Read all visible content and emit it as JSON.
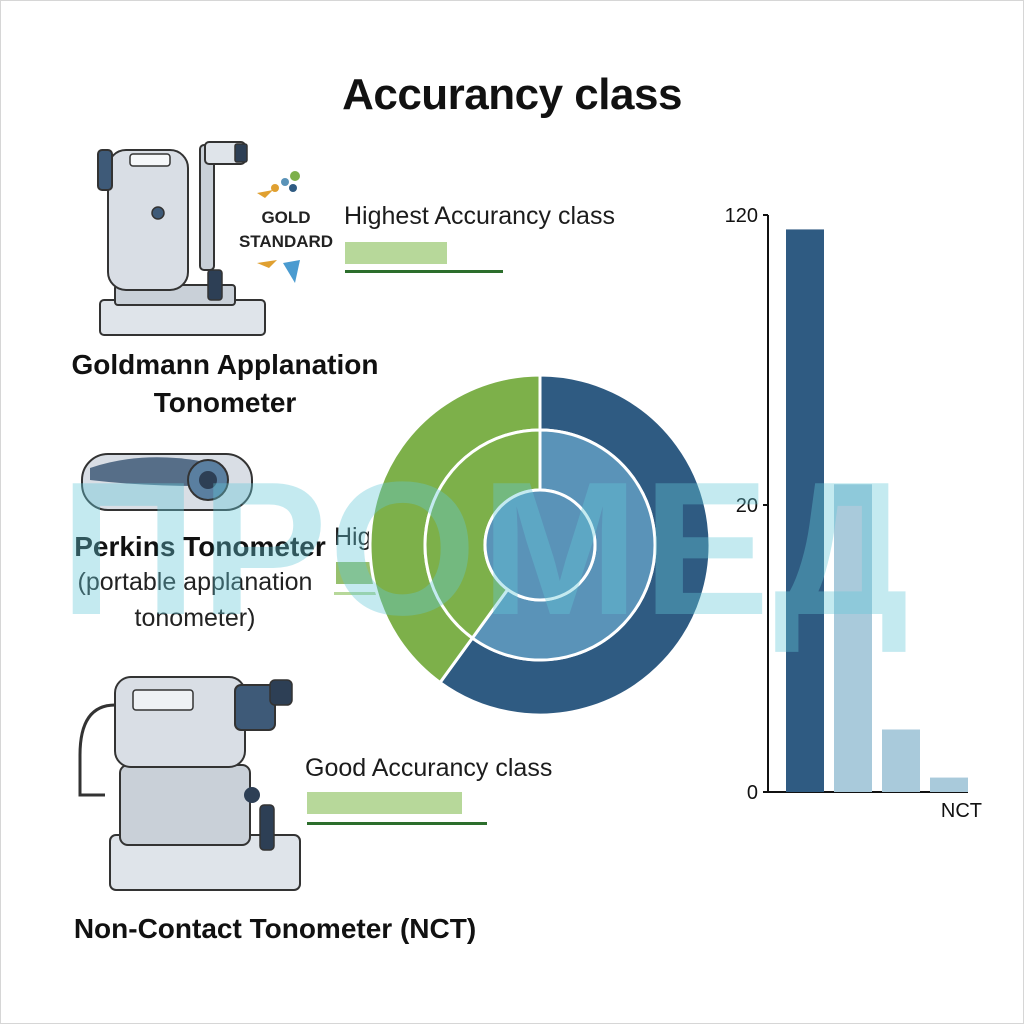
{
  "title": "Accurancy class",
  "devices": [
    {
      "name": "Goldmann Applanation",
      "name2": "Tonometer",
      "class_label": "Highest Accurancy class",
      "badge": [
        "GOLD",
        "STANDARD"
      ]
    },
    {
      "name": "Perkins Tonometer",
      "sub": "(portable applanation",
      "sub2": "tonometer)",
      "class_label": "High Idencial"
    },
    {
      "name": "Non-Contact Tonometer (NCT)",
      "class_label": "Good Accurancy class"
    }
  ],
  "watermark": "ПРОМЕД",
  "colors": {
    "dark_blue": "#2f5b82",
    "mid_blue": "#5a93b8",
    "light_blue": "#a9cadb",
    "green": "#7db04a",
    "light_green": "#b7d89a",
    "dark_green": "#2c6e2c"
  },
  "chart_data": [
    {
      "type": "pie",
      "rings": [
        {
          "ring": "outer",
          "slices": [
            {
              "color": "dark_blue",
              "value": 0.6
            },
            {
              "color": "green",
              "value": 0.4
            }
          ]
        },
        {
          "ring": "middle",
          "slices": [
            {
              "color": "mid_blue",
              "value": 0.6
            },
            {
              "color": "green",
              "value": 0.4
            }
          ]
        }
      ]
    },
    {
      "type": "bar",
      "yticks": [
        "120",
        "20",
        "0"
      ],
      "xlabel": "NCT",
      "values": [
        117,
        64,
        13,
        3
      ],
      "ylim": [
        0,
        120
      ],
      "colors": [
        "dark_blue",
        "light_blue",
        "light_blue",
        "light_blue"
      ]
    }
  ]
}
